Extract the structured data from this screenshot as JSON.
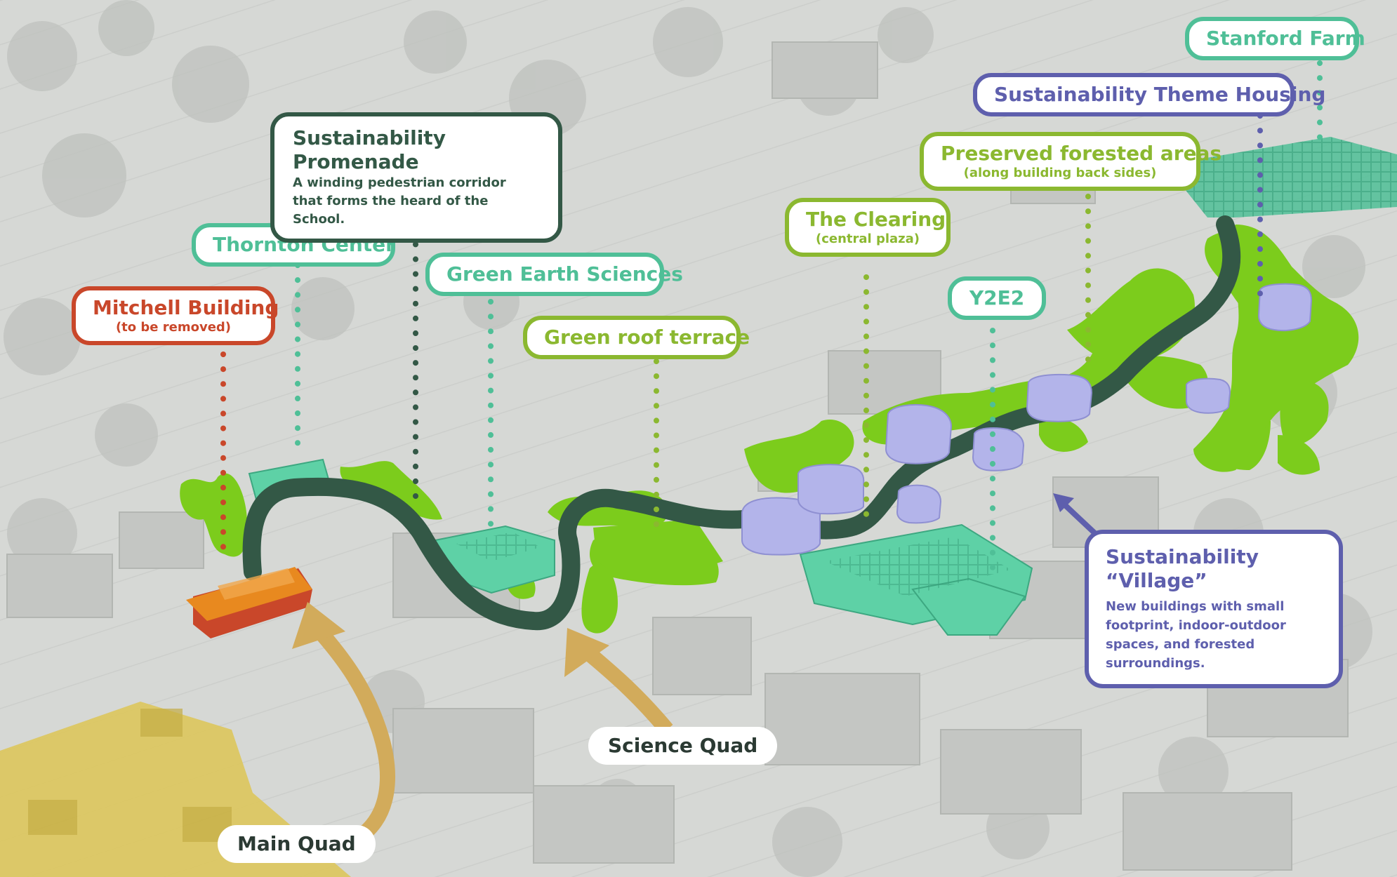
{
  "colors": {
    "red": "#c9472a",
    "teal": "#4fbf97",
    "dark_green": "#335846",
    "lime": "#8bb830",
    "lime_fill": "#7ccc1c",
    "purple": "#5e5fad",
    "purple_fill": "#b3b4ea",
    "tan": "#d2ab5b",
    "yellow": "#dcc75e",
    "orange": "#e8891f"
  },
  "labels": {
    "mitchell": {
      "title": "Mitchell Building",
      "sub": "(to be removed)"
    },
    "thornton": {
      "title": "Thornton Center"
    },
    "promenade": {
      "title": "Sustainability Promenade",
      "desc": "A winding pedestrian corridor that forms the heard of the School."
    },
    "green_earth": {
      "title": "Green Earth Sciences"
    },
    "green_roof": {
      "title": "Green roof terrace"
    },
    "clearing": {
      "title": "The Clearing",
      "sub": "(central plaza)"
    },
    "y2e2": {
      "title": "Y2E2"
    },
    "preserved": {
      "title": "Preserved forested areas",
      "sub": "(along building back sides)"
    },
    "theme_housing": {
      "title": "Sustainability Theme Housing"
    },
    "farm": {
      "title": "Stanford Farm"
    },
    "village": {
      "title": "Sustainability “Village”",
      "desc": "New buildings with small footprint, indoor-outdoor spaces, and forested surroundings."
    },
    "science_quad": {
      "title": "Science Quad"
    },
    "main_quad": {
      "title": "Main Quad"
    }
  }
}
